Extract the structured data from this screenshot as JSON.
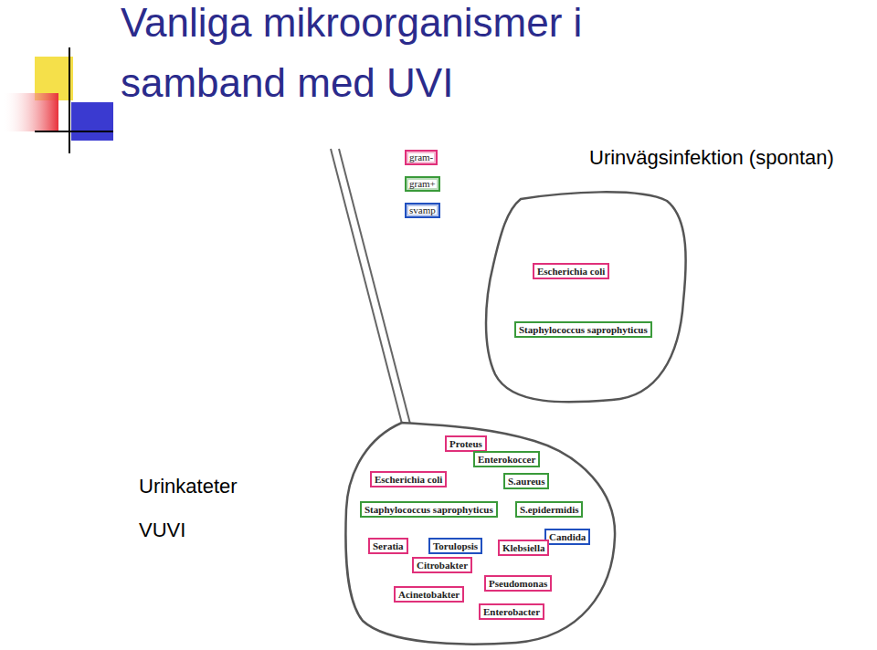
{
  "diagram": {
    "title": "Vanliga mikroorganismer i samband med UVI",
    "nodes": [
      {
        "text": [
          "Urinvägsinfektion (spontan)"
        ]
      },
      {
        "text": [
          "Escherichia coli"
        ],
        "in": 0
      },
      {
        "text": [
          "Staphylococcus saprophyticus"
        ],
        "in": 0
      },
      {
        "text": [
          "Urinkateter",
          "VUVI"
        ]
      },
      {
        "text": [
          "Proteus"
        ],
        "in": 3
      },
      {
        "text": [
          "Enterokoccer"
        ],
        "in": 3
      },
      {
        "text": [
          "Escherichia coli"
        ],
        "in": 3
      },
      {
        "text": [
          "S.aureus"
        ],
        "in": 3
      },
      {
        "text": [
          "Staphylococcus saprophyticus"
        ],
        "in": 3
      },
      {
        "text": [
          "S.epidermidis"
        ],
        "in": 3
      },
      {
        "text": [
          "Candida"
        ],
        "in": 3
      },
      {
        "text": [
          "Seratia"
        ],
        "in": 3
      },
      {
        "text": [
          "Torulopsis"
        ],
        "in": 3
      },
      {
        "text": [
          "Klebsiella"
        ],
        "in": 3
      },
      {
        "text": [
          "Citrobakter"
        ],
        "in": 3
      },
      {
        "text": [
          "Pseudomonas"
        ],
        "in": 3
      },
      {
        "text": [
          "Acinetobakter"
        ],
        "in": 3
      },
      {
        "text": [
          "Enterobacter"
        ],
        "in": 3
      }
    ],
    "legend": [
      {
        "text": "gram-",
        "color": "#e0307a"
      },
      {
        "text": "gram+",
        "color": "#3a9a3a"
      },
      {
        "text": "svamp",
        "color": "#2050c0"
      }
    ]
  }
}
